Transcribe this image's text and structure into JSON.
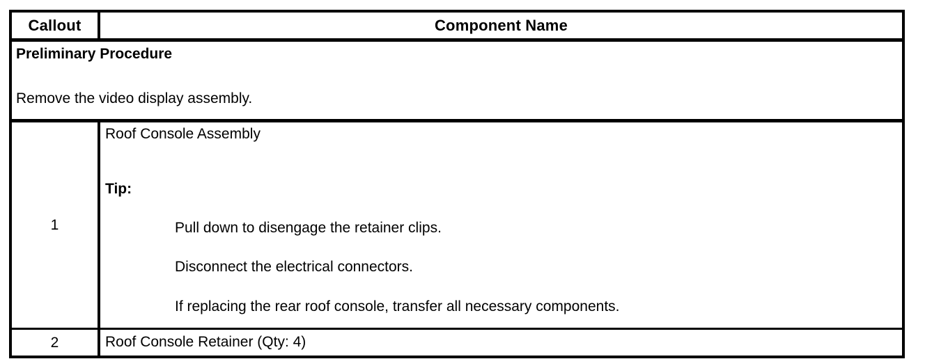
{
  "document": {
    "type": "service-procedure-parts-table",
    "text_color": "#000000",
    "background_color": "#ffffff",
    "border_color": "#000000"
  },
  "table": {
    "headers": {
      "callout": "Callout",
      "component_name": "Component Name"
    },
    "preliminary": {
      "title": "Preliminary Procedure",
      "body": "Remove the video display assembly."
    },
    "rows": [
      {
        "callout": "1",
        "name": "Roof Console Assembly",
        "tip_label": "Tip:",
        "tips": [
          "Pull down to disengage the retainer clips.",
          "Disconnect the electrical connectors.",
          "If replacing the rear roof console, transfer all necessary components."
        ]
      },
      {
        "callout": "2",
        "name": "Roof Console Retainer (Qty: 4)"
      }
    ]
  }
}
